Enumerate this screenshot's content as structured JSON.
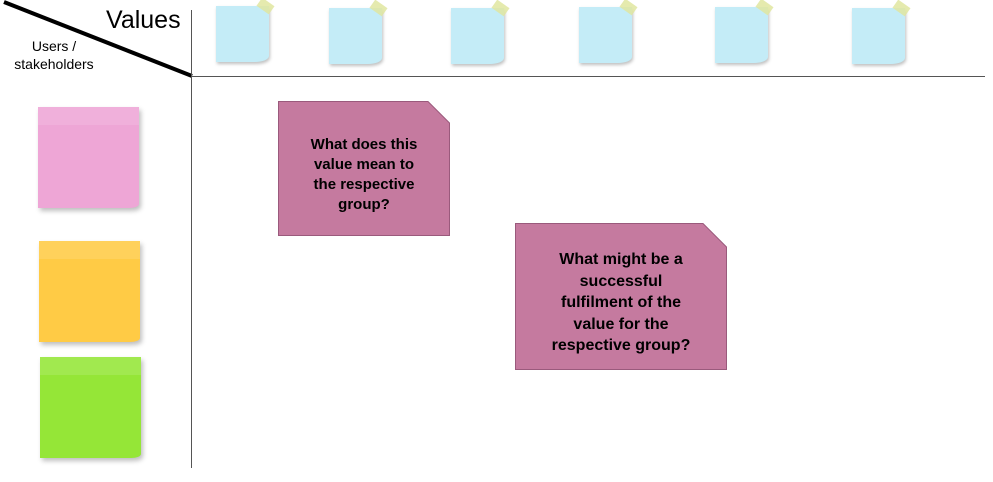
{
  "header": {
    "values_label": "Values",
    "users_label_line1": "Users /",
    "users_label_line2": "stakeholders"
  },
  "value_notes": [
    {
      "color": "#c4ecf7"
    },
    {
      "color": "#c4ecf7"
    },
    {
      "color": "#c4ecf7"
    },
    {
      "color": "#c4ecf7"
    },
    {
      "color": "#c4ecf7"
    },
    {
      "color": "#c4ecf7"
    }
  ],
  "stakeholder_notes": [
    {
      "color": "#eea6d6"
    },
    {
      "color": "#ffcb45"
    },
    {
      "color": "#95e637"
    }
  ],
  "questions": [
    {
      "lines": [
        "What does this",
        "value mean to",
        "the respective",
        "group?"
      ],
      "fill": "#c57a9f"
    },
    {
      "lines": [
        "What might be a",
        "successful",
        "fulfilment of the",
        "value for the",
        "respective group?"
      ],
      "fill": "#c57a9f"
    }
  ]
}
